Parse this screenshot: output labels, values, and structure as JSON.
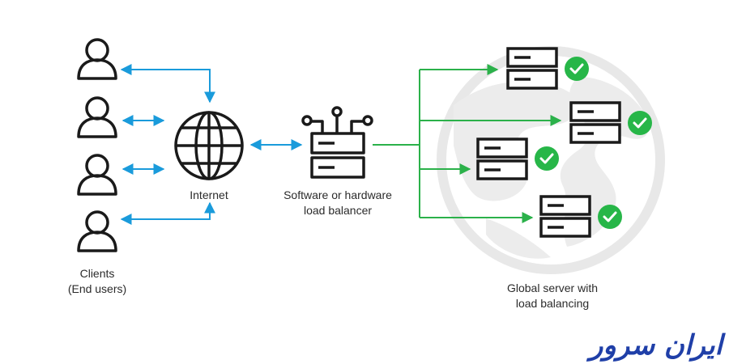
{
  "labels": {
    "clients_line1": "Clients",
    "clients_line2": "(End users)",
    "internet": "Internet",
    "balancer_line1": "Software or hardware",
    "balancer_line2": "load balancer",
    "servers_line1": "Global server with",
    "servers_line2": "load balancing"
  },
  "logo": {
    "text": "ایران سرور"
  },
  "colors": {
    "client_arrow": "#1a9bdb",
    "server_line": "#2bb14a",
    "check_badge": "#27b648",
    "icon_stroke": "#1a1a1a",
    "globe_watermark": "#e6e6e6",
    "logo": "#1f3fa8"
  },
  "icons": {
    "client": "user-icon",
    "internet": "globe-icon",
    "balancer": "load-balancer-icon",
    "server": "server-icon",
    "status": "check-circle-icon"
  }
}
